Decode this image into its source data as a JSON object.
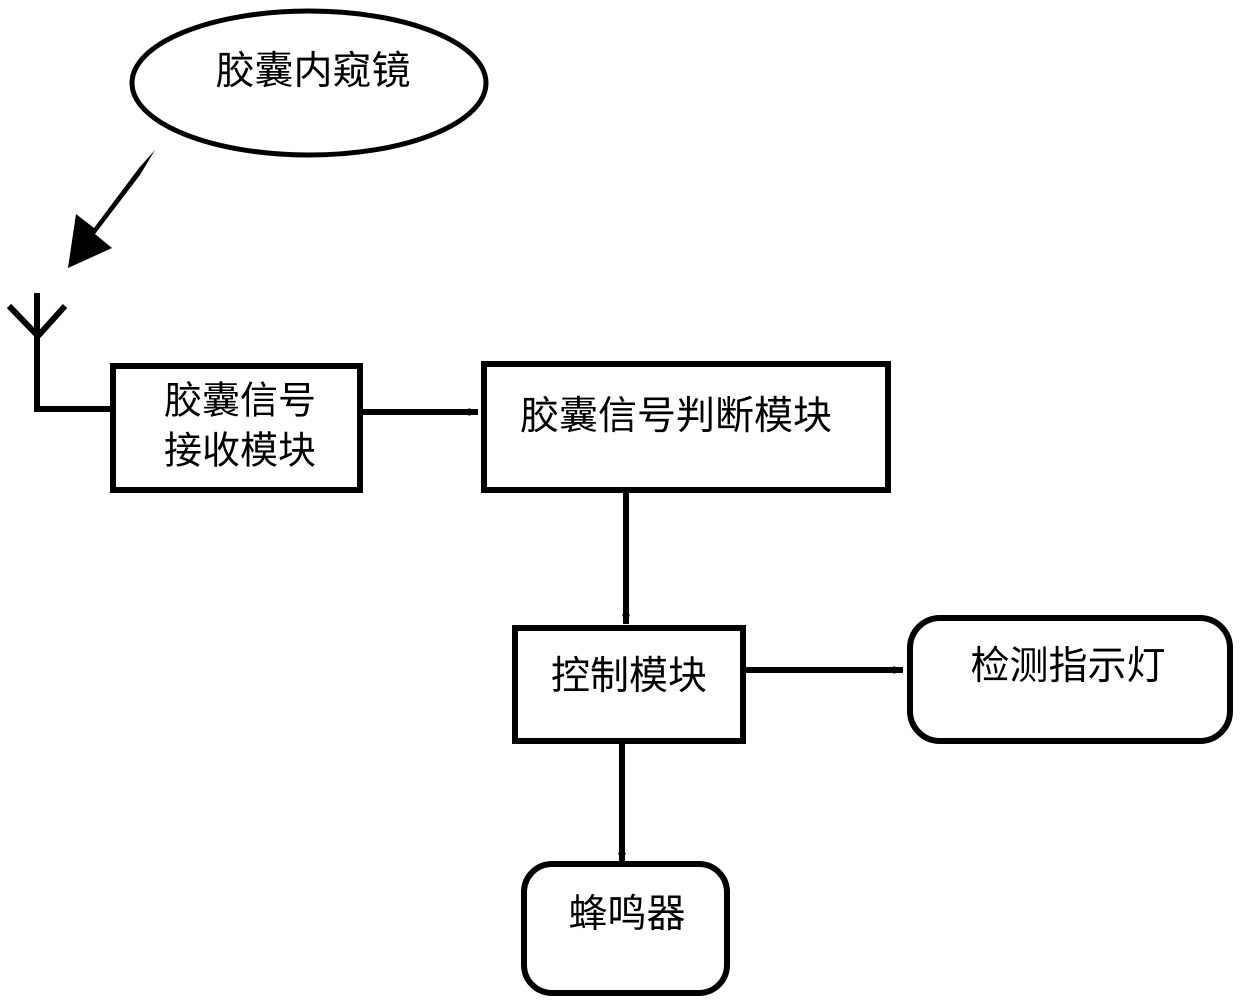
{
  "diagram": {
    "type": "block-flow-diagram",
    "background_color": "#ffffff",
    "stroke_color": "#000000",
    "nodes": [
      {
        "id": "capsule-endoscope",
        "label": "胶囊内窥镜",
        "shape": "ellipse"
      },
      {
        "id": "antenna",
        "label": "",
        "shape": "antenna-symbol"
      },
      {
        "id": "capsule-signal-receiving-module",
        "label_line1": "胶囊信号",
        "label_line2": "接收模块",
        "shape": "rectangle"
      },
      {
        "id": "capsule-signal-judgment-module",
        "label": "胶囊信号判断模块",
        "shape": "rectangle"
      },
      {
        "id": "control-module",
        "label": "控制模块",
        "shape": "rectangle"
      },
      {
        "id": "detection-indicator-light",
        "label": "检测指示灯",
        "shape": "rounded-rectangle"
      },
      {
        "id": "buzzer",
        "label": "蜂鸣器",
        "shape": "rounded-rectangle"
      }
    ],
    "edges": [
      {
        "from": "capsule-endoscope",
        "to": "antenna",
        "style": "thick-solid-arrow",
        "direction": "diagonal-down-left"
      },
      {
        "from": "antenna",
        "to": "capsule-signal-receiving-module",
        "style": "plain-line",
        "direction": "right"
      },
      {
        "from": "capsule-signal-receiving-module",
        "to": "capsule-signal-judgment-module",
        "style": "arrow",
        "direction": "right"
      },
      {
        "from": "capsule-signal-judgment-module",
        "to": "control-module",
        "style": "arrow",
        "direction": "down"
      },
      {
        "from": "control-module",
        "to": "detection-indicator-light",
        "style": "arrow",
        "direction": "right"
      },
      {
        "from": "control-module",
        "to": "buzzer",
        "style": "arrow",
        "direction": "down"
      }
    ]
  }
}
